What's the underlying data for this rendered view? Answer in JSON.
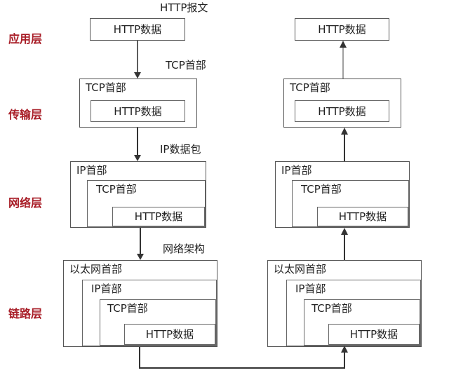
{
  "layers": [
    "应用层",
    "传输层",
    "网络层",
    "链路层"
  ],
  "flow_labels": {
    "top": "HTTP报文",
    "transport": "TCP首部",
    "network": "IP数据包",
    "link": "网络架构"
  },
  "headers": {
    "http_data": "HTTP数据",
    "tcp": "TCP首部",
    "ip": "IP首部",
    "ethernet": "以太网首部"
  },
  "colors": {
    "layer_text": "#a81d27",
    "line": "#333333",
    "box_border": "#555555"
  }
}
